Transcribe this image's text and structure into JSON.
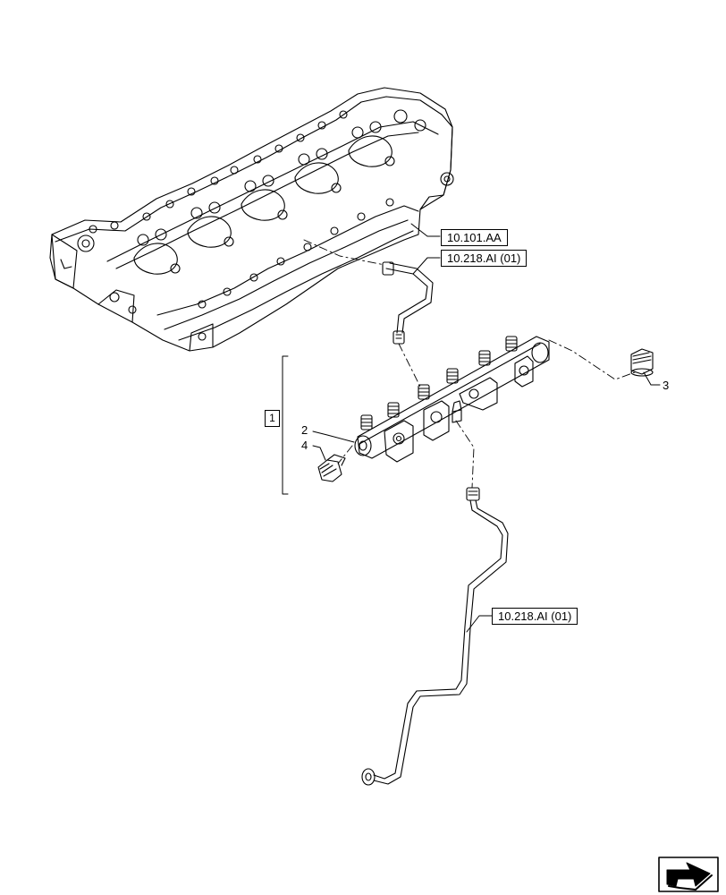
{
  "references": {
    "engine_head": "10.101.AA",
    "fuel_pipe_upper": "10.218.AI (01)",
    "fuel_pipe_lower": "10.218.AI (01)"
  },
  "callouts": {
    "group": "1",
    "item_2": "2",
    "item_3": "3",
    "item_4": "4"
  },
  "icons": {
    "navigation": "next-page-arrow-icon"
  }
}
